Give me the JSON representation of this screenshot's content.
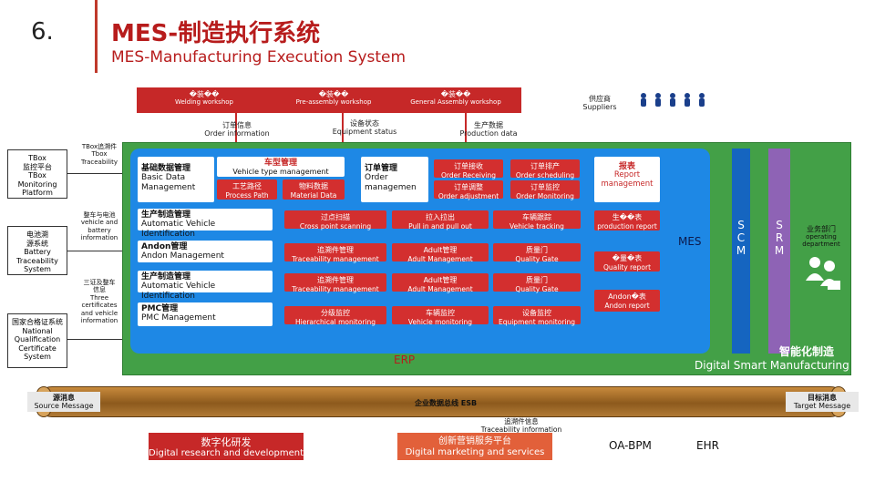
{
  "header": {
    "slide_number": "6.",
    "title_cn": "MES-制造执行系统",
    "title_en": "MES-Manufacturing Execution System"
  },
  "workshops": [
    {
      "cn": "�装��",
      "en": "Welding workshop"
    },
    {
      "cn": "�装��",
      "en": "Pre-assembly workshop"
    },
    {
      "cn": "�装��",
      "en": "General Assembly workshop"
    }
  ],
  "supplier": {
    "cn": "供应商",
    "en": "Suppliers"
  },
  "flows": {
    "order_info_cn": "订单信息",
    "order_info_en": "Order information",
    "equipment_status_cn": "设备状态",
    "equipment_status_en": "Equipment status",
    "production_data_cn": "生产数据",
    "production_data_en": "Production data"
  },
  "left_systems": [
    {
      "text": "TBox\n监控平台\nTBox\nMonitoring\nPlatform"
    },
    {
      "text": "电池溯\n源系统\nBattery\nTraceability\nSystem"
    },
    {
      "text": "国家合格证系统\nNational\nQualification\nCertificate\nSystem"
    }
  ],
  "left_notes": [
    {
      "text": "TBox追溯件\nTbox\nTraceability"
    },
    {
      "text": "整车与电池\nvehicle and\nbattery\ninformation"
    },
    {
      "text": "三证及整车\n信息\nThree\ncertificates\nand vehicle\ninformation"
    }
  ],
  "modules": {
    "basic_data": {
      "cn": "基础数据管理",
      "en": "Basic Data Management"
    },
    "vehicle_type": {
      "cn": "车型管理",
      "en": "Vehicle type management"
    },
    "process_path": {
      "cn": "工艺路径",
      "en": "Process Path"
    },
    "material_data": {
      "cn": "物料数据",
      "en": "Material Data"
    },
    "order_mgmt": {
      "cn": "订单管理",
      "en": "Order managemen"
    },
    "order_receiving": {
      "cn": "订单接收",
      "en": "Order Receiving"
    },
    "order_scheduling": {
      "cn": "订单排产",
      "en": "Order scheduling"
    },
    "order_adjustment": {
      "cn": "订单调整",
      "en": "Order adjustment"
    },
    "order_monitoring": {
      "cn": "订单监控",
      "en": "Order Monitoring"
    },
    "avi_1": {
      "cn": "生产制造管理",
      "en": "Automatic Vehicle Identification"
    },
    "cross_point": {
      "cn": "过点扫描",
      "en": "Cross point scanning"
    },
    "pull_in_out": {
      "cn": "拉入拉出",
      "en": "Pull in and pull out"
    },
    "vehicle_tracking": {
      "cn": "车辆跟踪",
      "en": "Vehicle tracking"
    },
    "andon": {
      "cn": "Andon管理",
      "en": "Andon Management"
    },
    "traceability_1": {
      "cn": "追溯件管理",
      "en": "Traceability management"
    },
    "adult_1": {
      "cn": "Adult管理",
      "en": "Adult Management"
    },
    "quality_gate_1": {
      "cn": "质量门",
      "en": "Quality Gate"
    },
    "avi_2": {
      "cn": "生产制造管理",
      "en": "Automatic Vehicle Identification"
    },
    "traceability_2": {
      "cn": "追溯件管理",
      "en": "Traceability management"
    },
    "adult_2": {
      "cn": "Adult管理",
      "en": "Adult Management"
    },
    "quality_gate_2": {
      "cn": "质量门",
      "en": "Quality Gate"
    },
    "pmc": {
      "cn": "PMC管理",
      "en": "PMC Management"
    },
    "hierarchical": {
      "cn": "分级监控",
      "en": "Hierarchical monitoring"
    },
    "vehicle_monitoring": {
      "cn": "车辆监控",
      "en": "Vehicle monitoring"
    },
    "equipment_monitoring": {
      "cn": "设备监控",
      "en": "Equipment monitoring"
    }
  },
  "reports": {
    "report_mgmt": {
      "cn": "报表",
      "en1": "Report",
      "en2": "management"
    },
    "production_report": {
      "cn": "生��表",
      "en": "production report"
    },
    "quality_report": {
      "cn": "�量�表",
      "en": "Quality report"
    },
    "andon_report": {
      "cn": "Andon�表",
      "en": "Andon report"
    }
  },
  "mes_label": "MES",
  "scm_label": "S\nC\nM",
  "srm_label": "S\nR\nM",
  "business_dept": {
    "cn": "业务部门",
    "en": "operating department"
  },
  "erp_label": "ERP",
  "smart_mfg": {
    "cn": "智能化制造",
    "en": "Digital Smart Manufacturing"
  },
  "esb": {
    "source_cn": "源消息",
    "source_en": "Source Message",
    "bus": "企业数据总线 ESB",
    "target_cn": "目标消息",
    "target_en": "Target Message"
  },
  "trace_info": {
    "cn": "追溯件信息",
    "en": "Traceability information"
  },
  "bottom": {
    "rd_cn": "数字化研发",
    "rd_en": "Digital research and development",
    "mkt_cn": "创新营销服务平台",
    "mkt_en": "Digital marketing and services",
    "oa": "OA-BPM",
    "ehr": "EHR"
  },
  "colors": {
    "accent_red": "#c62828",
    "green": "#43a047",
    "blue": "#1e88e5",
    "scm_blue": "#1565c0",
    "srm_purple": "#8e63b5",
    "pipe_brown": "#8d5a1d",
    "orange": "#e2603a"
  }
}
